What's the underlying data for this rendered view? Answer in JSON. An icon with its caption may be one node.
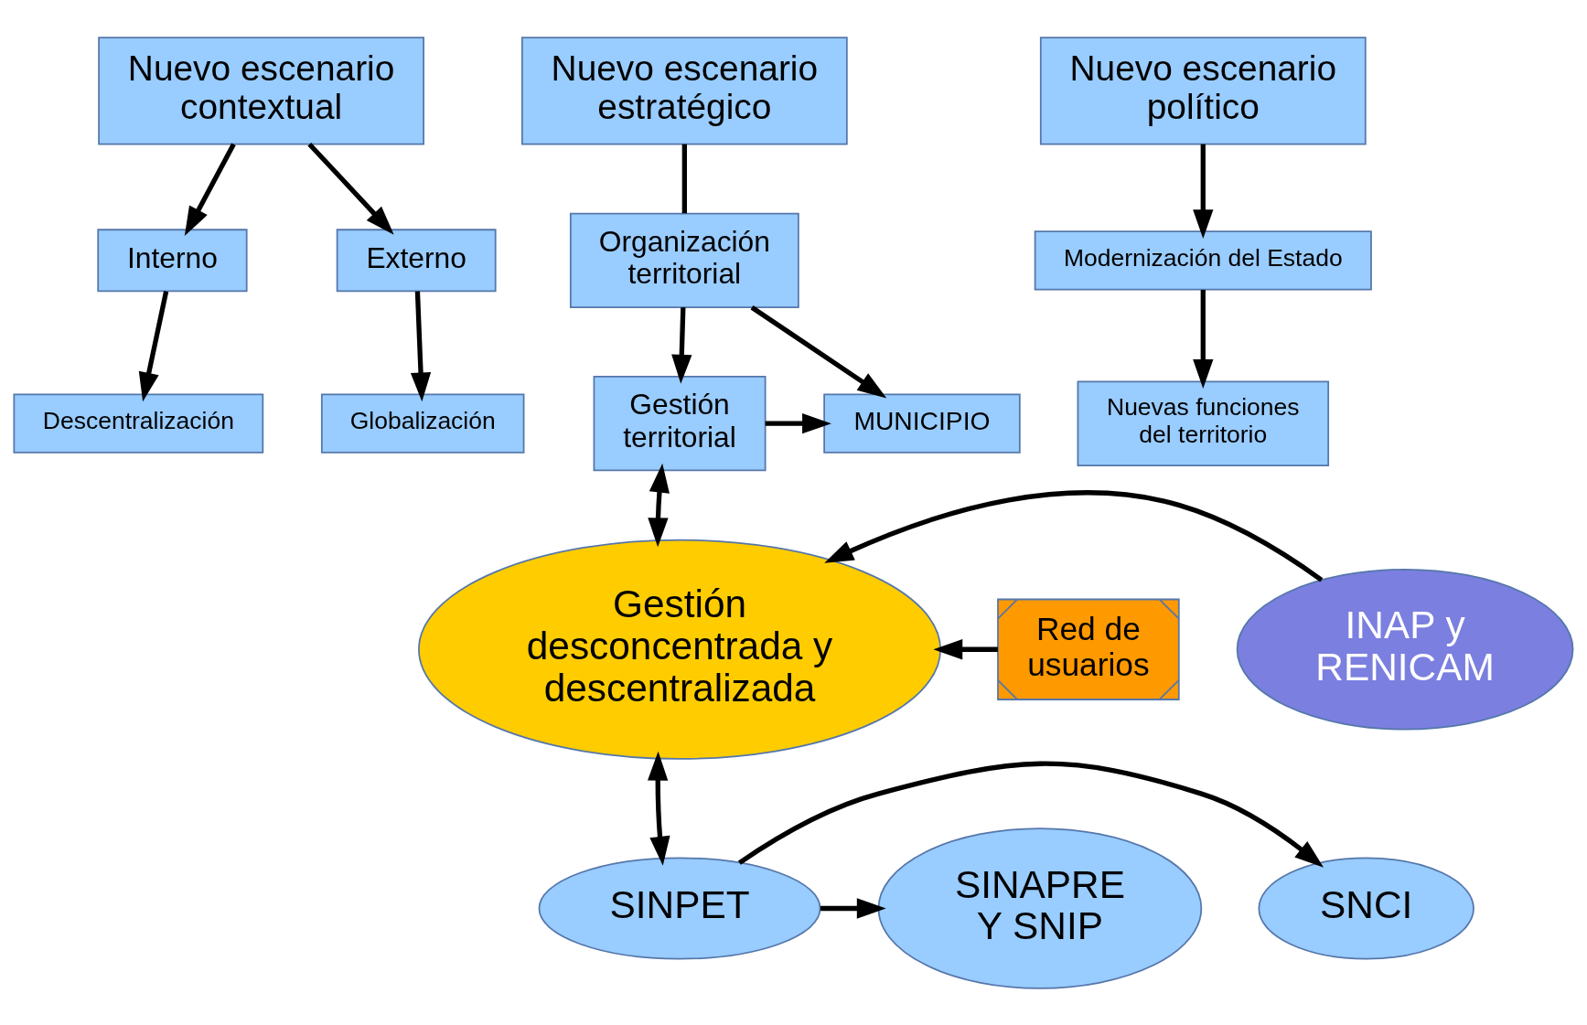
{
  "diagram": {
    "nodes": [
      {
        "text": [
          "Nuevo escenario contextual"
        ]
      },
      {
        "text": [
          "Interno"
        ]
      },
      {
        "text": [
          "Externo"
        ]
      },
      {
        "text": [
          "Descentralización"
        ]
      },
      {
        "text": [
          "Globalización"
        ]
      },
      {
        "text": [
          "Nuevo escenario estratégico"
        ]
      },
      {
        "text": [
          "Organización territorial"
        ]
      },
      {
        "text": [
          "Gestión territorial"
        ]
      },
      {
        "text": [
          "MUNICIPIO"
        ]
      },
      {
        "text": [
          "Nuevo escenario político"
        ]
      },
      {
        "text": [
          "Modernización del Estado"
        ]
      },
      {
        "text": [
          "Nuevas funciones del territorio"
        ]
      },
      {
        "text": [
          "Red de usuarios"
        ]
      },
      {
        "text": [
          "Gestión desconcentrada y descentralizada"
        ]
      },
      {
        "text": [
          "INAP y RENICAM"
        ]
      },
      {
        "text": [
          "SINAPRE Y SNIP"
        ]
      },
      {
        "text": [
          "SINPET"
        ]
      },
      {
        "text": [
          "SNCI"
        ]
      }
    ],
    "edges": [
      {
        "from": 0,
        "to": 1,
        "arrow": "to"
      },
      {
        "from": 0,
        "to": 2,
        "arrow": "to"
      },
      {
        "from": 1,
        "to": 3,
        "arrow": "to"
      },
      {
        "from": 2,
        "to": 4,
        "arrow": "to"
      },
      {
        "from": 5,
        "to": 6,
        "arrow": "none"
      },
      {
        "from": 6,
        "to": 7,
        "arrow": "to"
      },
      {
        "from": 6,
        "to": 8,
        "arrow": "to"
      },
      {
        "from": 7,
        "to": 8,
        "arrow": "to"
      },
      {
        "from": 9,
        "to": 10,
        "arrow": "to"
      },
      {
        "from": 10,
        "to": 11,
        "arrow": "to"
      },
      {
        "from": 7,
        "to": 13,
        "arrow": "both"
      },
      {
        "from": 12,
        "to": 13,
        "arrow": "to"
      },
      {
        "from": 14,
        "to": 13,
        "arrow": "to"
      },
      {
        "from": 13,
        "to": 16,
        "arrow": "both"
      },
      {
        "from": 16,
        "to": 15,
        "arrow": "to"
      },
      {
        "from": 16,
        "to": 17,
        "arrow": "to"
      }
    ]
  }
}
